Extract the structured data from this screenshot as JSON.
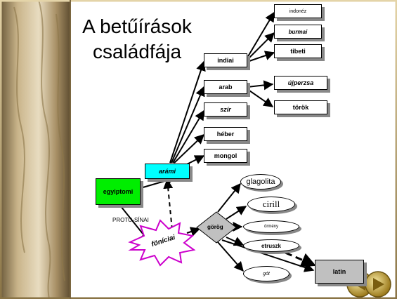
{
  "title": "A betűírások családfája",
  "colors": {
    "arami": "#00ffff",
    "egyiptomi": "#00ee00",
    "latin": "#c0c0c0",
    "gorog": "#c0c0c0",
    "fonicia_star": "#cc00cc"
  },
  "nodes": {
    "indonez": "indonéz",
    "burmai": "burmai",
    "tibeti": "tibeti",
    "indiai": "indiai",
    "ujperzsa": "újperzsa",
    "arab": "arab",
    "torok": "török",
    "szir": "szír",
    "heber": "héber",
    "mongol": "mongol",
    "arami": "arámi",
    "egyiptomi": "egyiptomi",
    "proto_sinai": "PROTO-SÍNAI",
    "fonicia": "föníciai",
    "gorog": "görög",
    "glagolita": "glagolita",
    "cirill": "cirill",
    "ormeny": "örmény",
    "etruszk": "etruszk",
    "got": "gót",
    "latin": "latin"
  }
}
